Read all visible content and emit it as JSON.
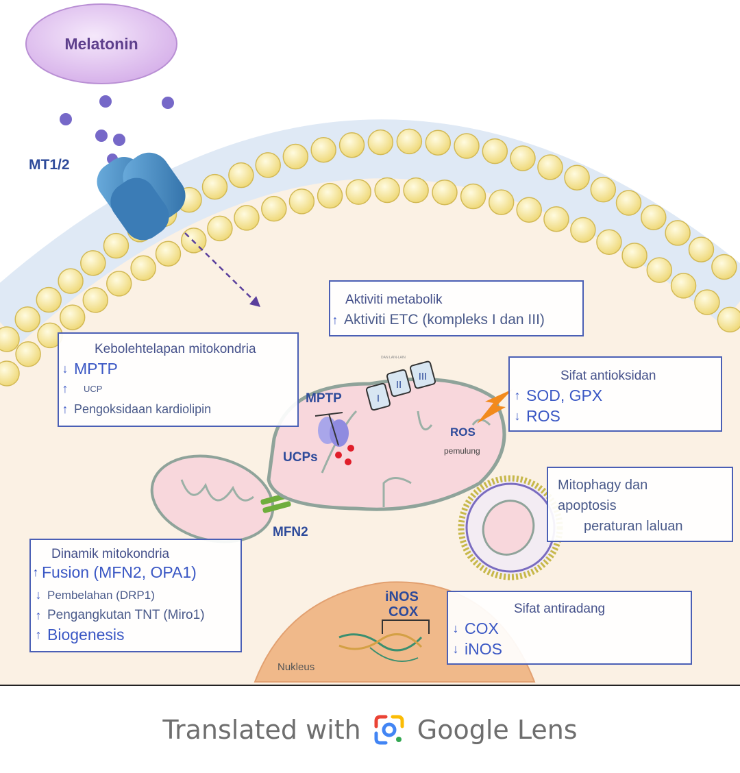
{
  "labels": {
    "melatonin": "Melatonin",
    "mt12": "MT1/2",
    "mptp": "MPTP",
    "ucps": "UCPs",
    "mfn2": "MFN2",
    "ros": "ROS",
    "scavenger": "pemulung",
    "tiny_caption": "DAN LAIN-LAIN",
    "complex_1": "I",
    "complex_2": "II",
    "complex_3": "III",
    "inos": "iNOS",
    "cox": "COX",
    "nucleus": "Nukleus"
  },
  "boxes": {
    "metabolic": {
      "title": "Aktiviti metabolik",
      "line1_arrow": "↑",
      "line1": "Aktiviti ETC (kompleks I dan III)"
    },
    "permeability": {
      "title": "Kebolehtelapan mitokondria",
      "a1": "↓",
      "l1": "MPTP",
      "a2": "↑",
      "l2": "UCP",
      "a3": "↑",
      "l3": "Pengoksidaan kardiolipin"
    },
    "antioxidant": {
      "title": "Sifat antioksidan",
      "a1": "↑",
      "l1": "SOD, GPX",
      "a2": "↓",
      "l2": "ROS"
    },
    "mitophagy": {
      "l1": "Mitophagy dan",
      "l2": "apoptosis",
      "l3": "peraturan laluan"
    },
    "dynamics": {
      "title": "Dinamik mitokondria",
      "a1": "↑",
      "l1": "Fusion (MFN2, OPA1)",
      "a2": "↓",
      "l2": "Pembelahan (DRP1)",
      "a3": "↑",
      "l3": "Pengangkutan TNT (Miro1)",
      "a4": "↑",
      "l4": "Biogenesis"
    },
    "antiinflammatory": {
      "title": "Sifat antiradang",
      "a1": "↓",
      "l1": "COX",
      "a2": "↓",
      "l2": "iNOS"
    }
  },
  "footer": {
    "text": "Translated with",
    "brand": "Google Lens"
  },
  "colors": {
    "accent": "#3a57c4",
    "membrane_head": "#f7ecac",
    "cytoplasm": "#fbf1e4",
    "mitochondria": "#f8d7dc",
    "melatonin": "#e6c8f1",
    "nucleus": "#f0b98a"
  }
}
